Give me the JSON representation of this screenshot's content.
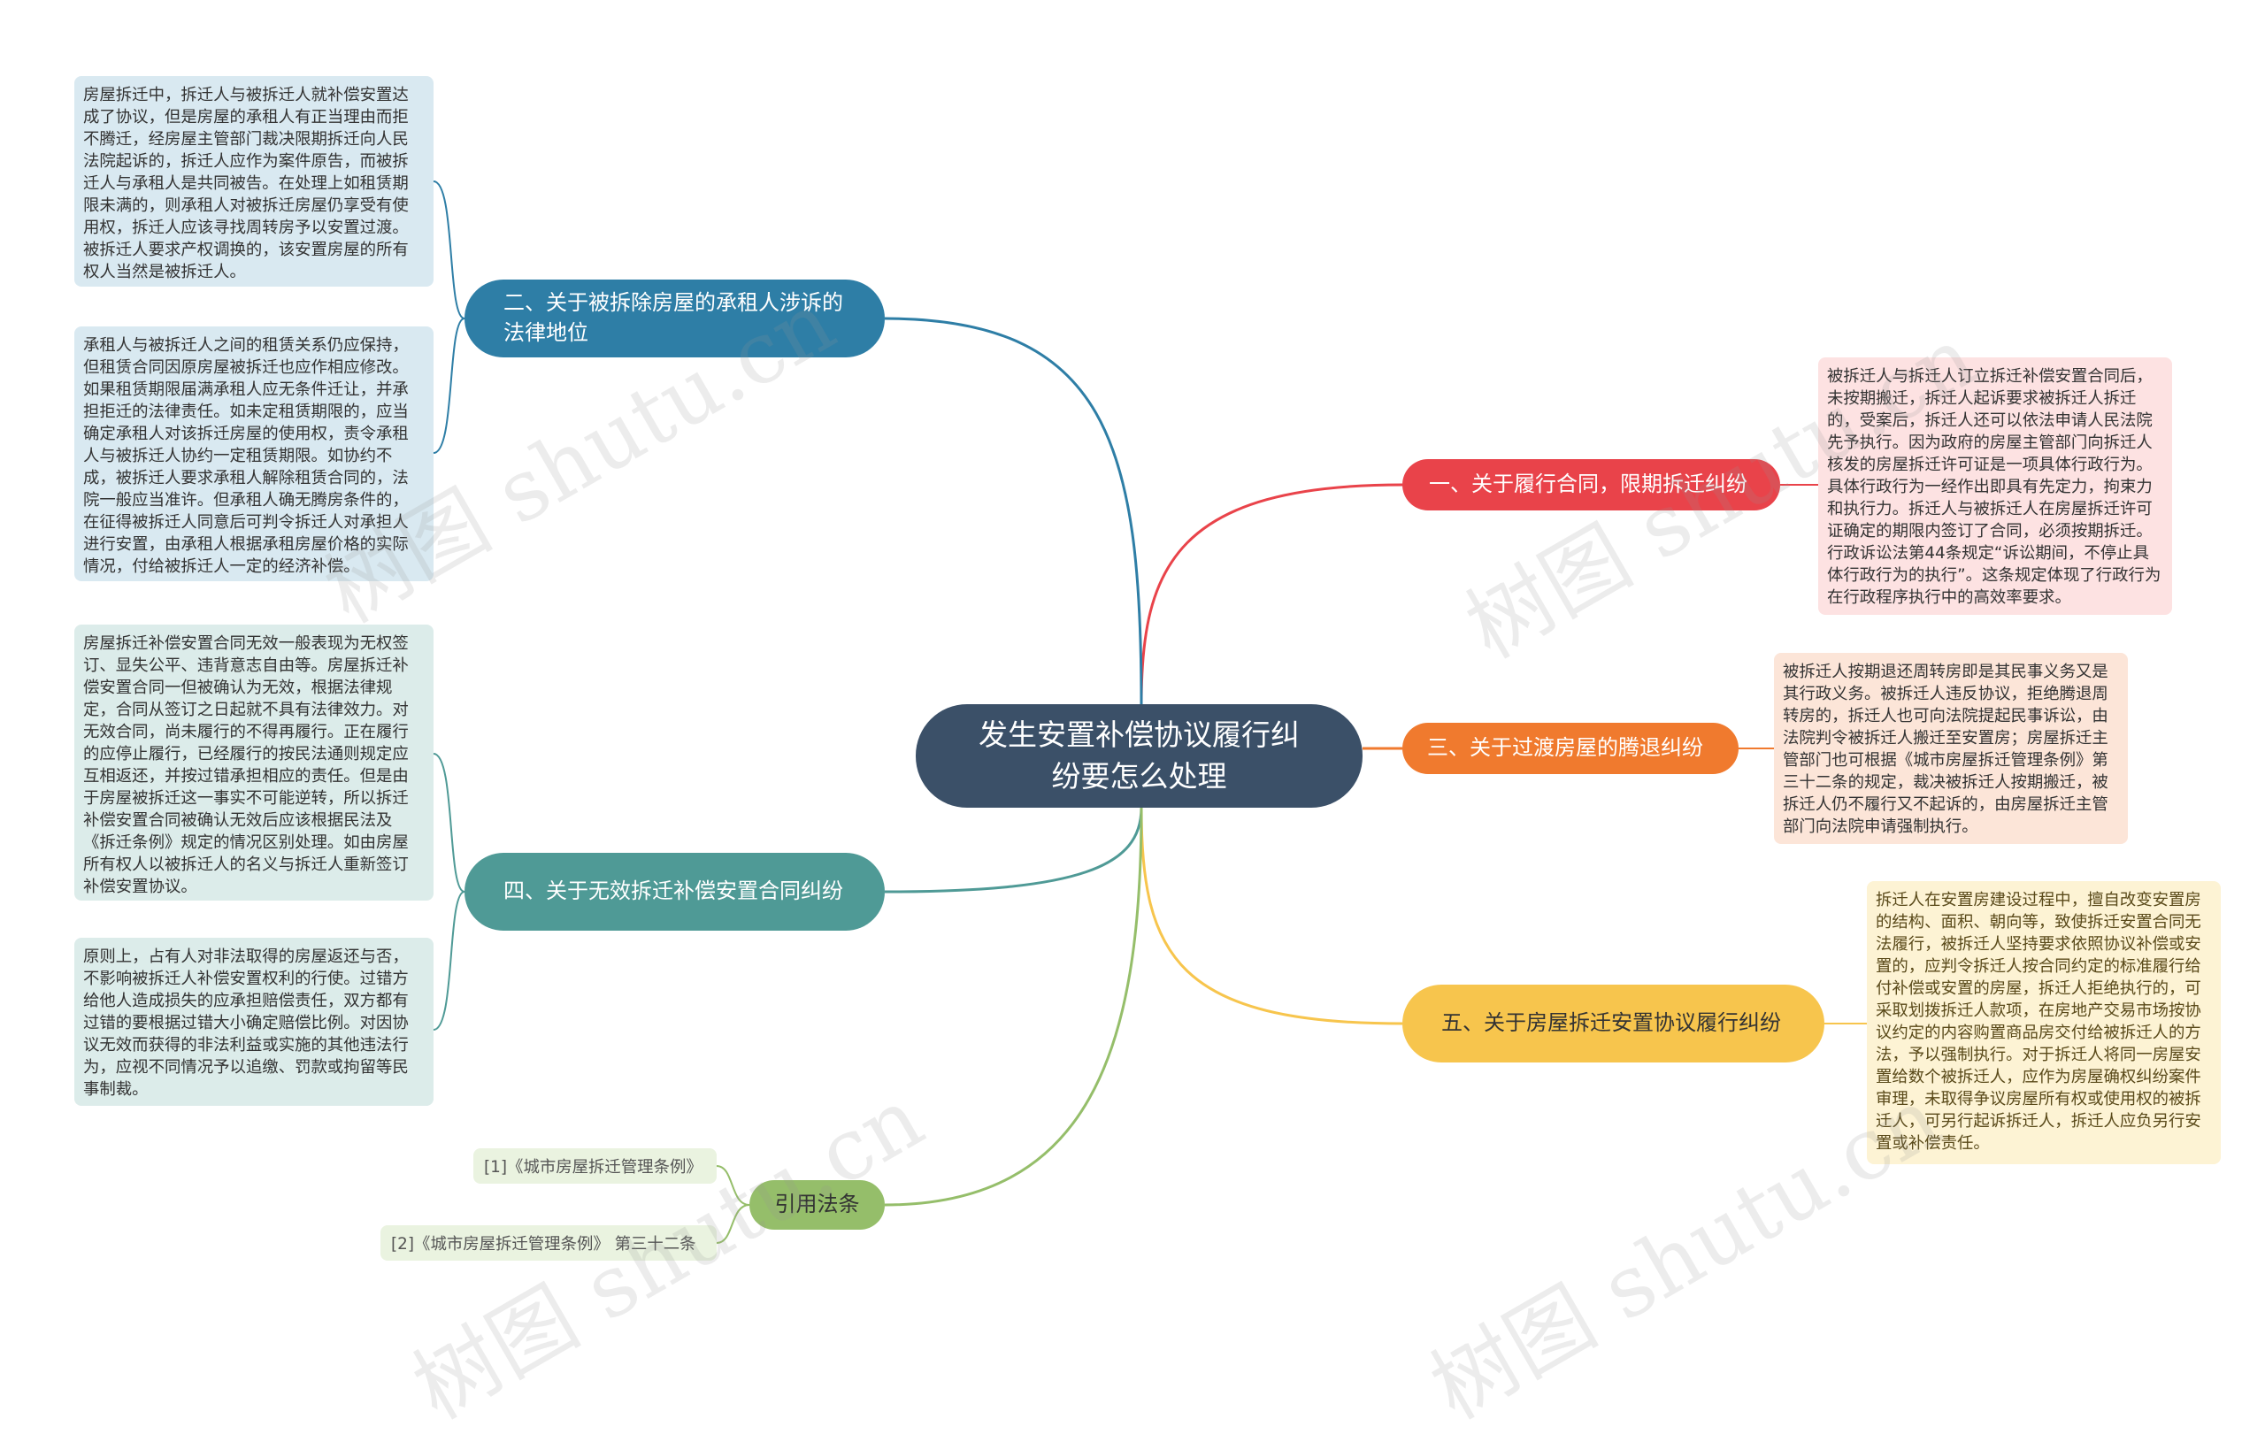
{
  "root": {
    "label": "发生安置补偿协议履行纠纷要怎么处理",
    "color": "#3b5068"
  },
  "branches": {
    "b1": {
      "label": "一、关于履行合同，限期拆迁纠纷",
      "color": "#e9434a",
      "leaves": [
        "被拆迁人与拆迁人订立拆迁补偿安置合同后，未按期搬迁，拆迁人起诉要求被拆迁人拆迁的，受案后，拆迁人还可以依法申请人民法院先予执行。因为政府的房屋主管部门向拆迁人核发的房屋拆迁许可证是一项具体行政行为。具体行政行为一经作出即具有先定力，拘束力和执行力。拆迁人与被拆迁人在房屋拆迁许可证确定的期限内签订了合同，必须按期拆迁。行政诉讼法第44条规定“诉讼期间，不停止具体行政行为的执行”。这条规定体现了行政行为在行政程序执行中的高效率要求。"
      ]
    },
    "b2": {
      "label": "二、关于被拆除房屋的承租人涉诉的法律地位",
      "color": "#2e7ea6",
      "leaves": [
        "房屋拆迁中，拆迁人与被拆迁人就补偿安置达成了协议，但是房屋的承租人有正当理由而拒不腾迁，经房屋主管部门裁决限期拆迁向人民法院起诉的，拆迁人应作为案件原告，而被拆迁人与承租人是共同被告。在处理上如租赁期限未满的，则承租人对被拆迁房屋仍享受有使用权，拆迁人应该寻找周转房予以安置过渡。被拆迁人要求产权调换的，该安置房屋的所有权人当然是被拆迁人。",
        "承租人与被拆迁人之间的租赁关系仍应保持，但租赁合同因原房屋被拆迁也应作相应修改。如果租赁期限届满承租人应无条件迁让，并承担拒迁的法律责任。如未定租赁期限的，应当确定承租人对该拆迁房屋的使用权，责令承租人与被拆迁人协约一定租赁期限。如协约不成，被拆迁人要求承租人解除租赁合同的，法院一般应当准许。但承租人确无腾房条件的，在征得被拆迁人同意后可判令拆迁人对承担人进行安置，由承租人根据承租房屋价格的实际情况，付给被拆迁人一定的经济补偿。"
      ]
    },
    "b3": {
      "label": "三、关于过渡房屋的腾退纠纷",
      "color": "#f07a2e",
      "leaves": [
        "被拆迁人按期退还周转房即是其民事义务又是其行政义务。被拆迁人违反协议，拒绝腾退周转房的，拆迁人也可向法院提起民事诉讼，由法院判令被拆迁人搬迁至安置房；房屋拆迁主管部门也可根据《城市房屋拆迁管理条例》第三十二条的规定，裁决被拆迁人按期搬迁，被拆迁人仍不履行又不起诉的，由房屋拆迁主管部门向法院申请强制执行。"
      ]
    },
    "b4": {
      "label": "四、关于无效拆迁补偿安置合同纠纷",
      "color": "#4f9a96",
      "leaves": [
        "房屋拆迁补偿安置合同无效一般表现为无权签订、显失公平、违背意志自由等。房屋拆迁补偿安置合同一但被确认为无效，根据法律规定，合同从签订之日起就不具有法律效力。对无效合同，尚未履行的不得再履行。正在履行的应停止履行，已经履行的按民法通则规定应互相返还，并按过错承担相应的责任。但是由于房屋被拆迁这一事实不可能逆转，所以拆迁补偿安置合同被确认无效后应该根据民法及《拆迁条例》规定的情况区别处理。如由房屋所有权人以被拆迁人的名义与拆迁人重新签订补偿安置协议。",
        "原则上，占有人对非法取得的房屋返还与否，不影响被拆迁人补偿安置权利的行使。过错方给他人造成损失的应承担赔偿责任，双方都有过错的要根据过错大小确定赔偿比例。对因协议无效而获得的非法利益或实施的其他违法行为，应视不同情况予以追缴、罚款或拘留等民事制裁。"
      ]
    },
    "b5": {
      "label": "五、关于房屋拆迁安置协议履行纠纷",
      "color": "#f7c54d",
      "leaves": [
        "拆迁人在安置房建设过程中，擅自改变安置房的结构、面积、朝向等，致使拆迁安置合同无法履行，被拆迁人坚持要求依照协议补偿或安置的，应判令拆迁人按合同约定的标准履行给付补偿或安置的房屋，拆迁人拒绝执行的，可采取划拨拆迁人款项，在房地产交易市场按协议约定的内容购置商品房交付给被拆迁人的方法，予以强制执行。对于拆迁人将同一房屋安置给数个被拆迁人，应作为房屋确权纠纷案件审理，未取得争议房屋所有权或使用权的被拆迁人，可另行起诉拆迁人，拆迁人应负另行安置或补偿责任。"
      ]
    },
    "b6": {
      "label": "引用法条",
      "color": "#95be6a",
      "leaves": [
        "[1]《城市房屋拆迁管理条例》",
        "[2]《城市房屋拆迁管理条例》 第三十二条"
      ]
    }
  },
  "watermark": {
    "text": "树图 shutu.cn"
  }
}
